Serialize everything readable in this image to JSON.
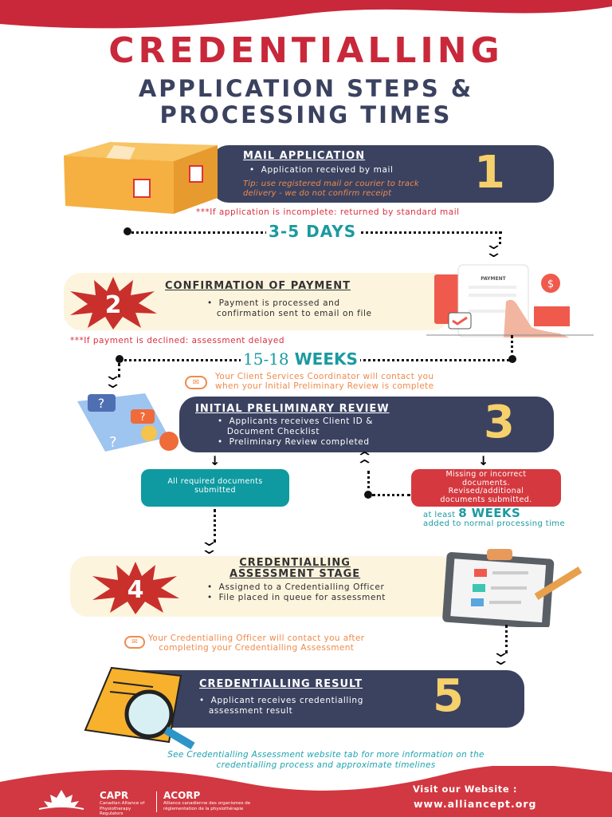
{
  "header": {
    "title": "CREDENTIALLING",
    "subtitle_line1": "APPLICATION STEPS &",
    "subtitle_line2": "PROCESSING TIMES"
  },
  "steps": [
    {
      "number": "1",
      "heading": "MAIL APPLICATION",
      "bullets": [
        "Application received by mail"
      ],
      "tip_line1": "Tip: use registered mail or courier to track",
      "tip_line2": "delivery - we do not confirm receipt",
      "note": "***If application is incomplete: returned by standard mail"
    },
    {
      "number": "2",
      "heading": "CONFIRMATION OF PAYMENT",
      "bullets": [
        "Payment is processed and",
        "confirmation sent to email on file"
      ],
      "illustration_label": "PAYMENT",
      "note": "***If payment is declined: assessment delayed"
    },
    {
      "number": "3",
      "heading": "INITIAL PRELIMINARY REVIEW",
      "bullets": [
        "Applicants receives Client ID &",
        "Document Checklist",
        "Preliminary Review completed"
      ]
    },
    {
      "number": "4",
      "heading_line1": "CREDENTIALLING",
      "heading_line2": "ASSESSMENT STAGE",
      "bullets": [
        "Assigned to a Credentialling Officer",
        "File placed in queue for assessment"
      ]
    },
    {
      "number": "5",
      "heading": "CREDENTIALLING RESULT",
      "bullets": [
        "Applicant receives credentialling",
        "assessment result"
      ]
    }
  ],
  "timings": {
    "t1": "3-5 DAYS",
    "t2_num": "15-18",
    "t2_unit": "WEEKS",
    "extra_prefix": "at least",
    "extra_value": "8 WEEKS",
    "extra_suffix": "added to normal processing time"
  },
  "contacts": {
    "c1_line1": "Your Client Services Coordinator will contact you",
    "c1_line2": "when your Initial Preliminary Review is complete",
    "c2_line1": "Your Credentialling Officer will contact you after",
    "c2_line2": "completing your Credentialling Assessment"
  },
  "branches": {
    "ok": "All required documents submitted",
    "missing_line1": "Missing or incorrect",
    "missing_line2": "documents.",
    "missing_line3": "Revised/additional",
    "missing_line4": "documents submitted."
  },
  "footer_info_line1": "See Credentialling Assessment website tab for more information on the",
  "footer_info_line2": "credentialling process and approximate timelines",
  "footer": {
    "capr": "CAPR",
    "capr_full": "Canadian Alliance of Physiotherapy Regulators",
    "acorp": "ACORP",
    "acorp_full": "Alliance canadienne des organismes de réglementation de la physiothérapie",
    "visit": "Visit our Website :",
    "url": "www.alliancept.org"
  },
  "colors": {
    "red": "#d0323f",
    "navy": "#3b4260",
    "teal": "#1a9aa0",
    "cream": "#fdf4de",
    "yellow": "#f6d06b",
    "orange": "#f08a4b"
  }
}
